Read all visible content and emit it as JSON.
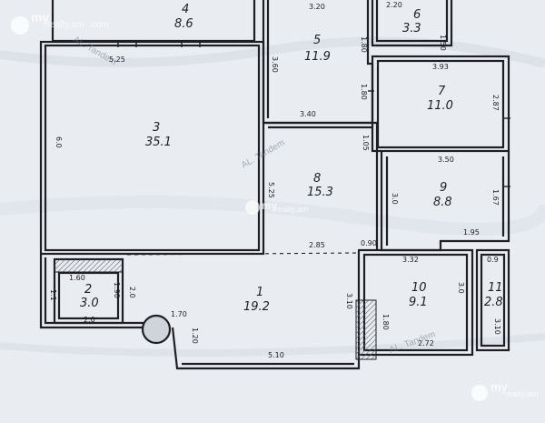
{
  "rooms": [
    {
      "num": "1",
      "area": "19.2"
    },
    {
      "num": "2",
      "area": "3.0"
    },
    {
      "num": "3",
      "area": "35.1"
    },
    {
      "num": "4",
      "area": "8.6"
    },
    {
      "num": "5",
      "area": "11.9"
    },
    {
      "num": "6",
      "area": "3.3"
    },
    {
      "num": "7",
      "area": "11.0"
    },
    {
      "num": "8",
      "area": "15.3"
    },
    {
      "num": "9",
      "area": "8.8"
    },
    {
      "num": "10",
      "area": "9.1"
    },
    {
      "num": "11",
      "area": "2.8"
    }
  ],
  "dimensions": {
    "d_3_20": "3.20",
    "d_2_20": "2.20",
    "d_1_80a": "1.80",
    "d_1_50": "1.50",
    "d_5_25": "5.25",
    "d_3_60": "3.60",
    "d_1_80b": "1.80",
    "d_3_93": "3.93",
    "d_2_87": "2.87",
    "d_3_40": "3.40",
    "d_1_05": "1.05",
    "d_6_0": "6.0",
    "d_5_25b": "5.25",
    "d_3_50": "3.50",
    "d_3_0a": "3.0",
    "d_1_67": "1.67",
    "d_1_95": "1.95",
    "d_2_85": "2.85",
    "d_0_90": "0.90",
    "d_3_32": "3.32",
    "d_0_9": "0.9",
    "d_1_60": "1.60",
    "d_1_1": "1.1",
    "d_1_90": "1.90",
    "d_2_0a": "2.0",
    "d_2_0b": "2.0",
    "d_1_70": "1.70",
    "d_3_10a": "3.10",
    "d_1_20": "1.20",
    "d_5_10": "5.10",
    "d_3_0b": "3.0",
    "d_3_10b": "3.10",
    "d_1_80c": "1.80",
    "d_2_72": "2.72"
  },
  "watermarks": {
    "brand_my": "my",
    "brand_realty": "realty.am",
    "brand_com": ".com",
    "tandem": "AL. Tandem"
  },
  "colors": {
    "paper": "#e9edf2",
    "ink": "#1e1e24",
    "hatch": "#6d7078"
  }
}
